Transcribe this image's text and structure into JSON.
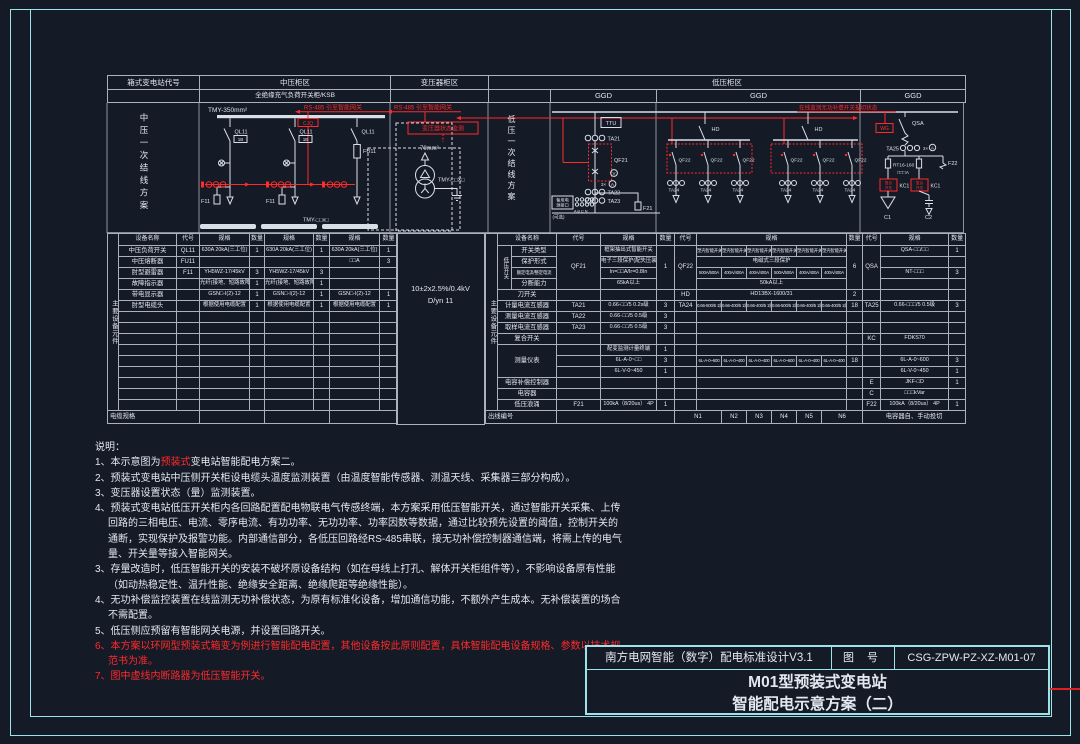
{
  "colors": {
    "bg": "#151a27",
    "frame_cyan": "#9ee3ea",
    "line_white": "#d9dfe7",
    "annotation_red": "#ff2a2a",
    "text": "#e3e8ef"
  },
  "zones": {
    "c1": "箱式变电站代号",
    "c2": "中压柜区",
    "c3": "变压器柜区",
    "c4": "低压柜区",
    "ksb": "全绝缘充气负荷开关柜/KSB",
    "ggd": "GGD"
  },
  "side_labels": {
    "mv_scheme": "中压一次结线方案",
    "lv_scheme": "低压一次结线方案"
  },
  "sch": {
    "tmy350": "TMY-350mm²",
    "rs485_mv": "RS-485 引至智能网关",
    "rs485_tr": "RS-485 引至智能网关",
    "cjq": "CJQ",
    "ql11": "QL11",
    "pos1b": "1B",
    "fu11": "FU11",
    "f11": "F11",
    "tmy_mv": "TMY-□□x□",
    "tr_monitor": "变压器状态监测",
    "mm70": "70mm²",
    "tmy_lv": "TMY-□□X□",
    "ttu": "TTU",
    "ta21": "TA21",
    "ta22": "TA22",
    "ta23": "TA23",
    "ta24": "TA24",
    "ta25": "TA25",
    "qf21": "QF21",
    "qf22": "QF22",
    "v": "V",
    "a": "A",
    "x3": "3×",
    "backup1": "备用电",
    "backup2": "源接口",
    "optional": "(可选)",
    "abcn": "A B C N",
    "f21": "F21",
    "f22": "F22",
    "hd": "HD",
    "online": "在线监测无功补偿开关投切状态",
    "wg": "WG",
    "qsa": "QSA",
    "rt16": "RT16-160",
    "rt16a": "□□□A",
    "kc1": "KC1",
    "kcbox1": "复合",
    "kcbox2": "开关",
    "c1": "C1",
    "c2": "C2"
  },
  "transformer_spec": {
    "line1": "10±2x2.5%/0.4kV",
    "line2": "D/yn 11"
  },
  "mv": {
    "side_label": "主要设备元件",
    "header": [
      "设备名称",
      "代号",
      "规格",
      "数量",
      "规格",
      "数量",
      "规格",
      "数量"
    ],
    "rows": [
      [
        "中压负荷开关",
        "QL11",
        "630A 20kA(三工位)",
        "1",
        "630A 20kA(三工位)",
        "1",
        "630A 20kA(三工位)",
        "1"
      ],
      [
        "中压熔断器",
        "FU11",
        "",
        "",
        "",
        "",
        "□□A",
        "3"
      ],
      [
        "肘型避雷器",
        "F11",
        "YH5WZ-17/45kV",
        "3",
        "YH5WZ-17/45kV",
        "3",
        "",
        ""
      ],
      [
        "故障指示器",
        "",
        "光纤(接地、短路故障)",
        "1",
        "光纤(接地、短路故障)",
        "1",
        "",
        ""
      ],
      [
        "带电显示器",
        "",
        "GSN□-I(2)-12",
        "1",
        "GSN□-I(2)-12",
        "1",
        "GSN□-I(2)-12",
        "1"
      ],
      [
        "肘型电缆头",
        "",
        "根据使用电缆配置",
        "1",
        "根据使用电缆配置",
        "1",
        "根据使用电缆配置",
        "1"
      ]
    ],
    "bottom_label": "电缆规格"
  },
  "lv": {
    "side_label": "主要设备元件",
    "group_label": "低压开关",
    "header": [
      "设备名称",
      "代号",
      "规格",
      "数量",
      "代号",
      "规格",
      "数量",
      "代号",
      "规格",
      "数量"
    ],
    "r1": {
      "name": "开关类型",
      "code1": "QF21",
      "spec1": "框架抽出式智能开关",
      "qty1": "1",
      "code2": "QF22",
      "s2": [
        "塑壳智能开关630",
        "塑壳智能开关400",
        "塑壳智能开关400",
        "塑壳智能开关630",
        "塑壳智能开关400",
        "塑壳智能开关400"
      ],
      "qty2": "6",
      "code3": "QSA",
      "spec3": "QSA-□□/□□",
      "qty3": "1"
    },
    "r2": {
      "name": "保护形式",
      "spec1": "电子三段保护(配失压装置)",
      "s2": "电磁式三段保护"
    },
    "r3": {
      "name": "额定电流/整定电流",
      "spec1": "In=□□A/Ir=0.8In",
      "s2": [
        "500A/500A",
        "400A/400A",
        "400A/400A",
        "500A/500A",
        "400A/400A",
        "400A/400A"
      ],
      "spec3": "NT-□□□",
      "qty3": "3"
    },
    "r4": {
      "name": "分断能力",
      "spec1": "65kA以上",
      "s2": "50kA以上"
    },
    "r5": {
      "name": "刀开关",
      "code2": "HD",
      "s2": "HD13BX-1600/31",
      "qty2": "2"
    },
    "r6": {
      "name": "计量电流互感器",
      "code1": "TA21",
      "spec1": "0.66-□□/5  0.2s级",
      "qty1": "3",
      "code2": "TA24",
      "s2": [
        "0.66-500/5 1级",
        "0.66-400/5 1级",
        "0.66-400/5 1级",
        "0.66-500/5 1级",
        "0.66-400/5 1级",
        "0.66-400/5 1级"
      ],
      "qty2": "18",
      "code3": "TA25",
      "spec3": "0.66-□□□/5  0.5级",
      "qty3": "3"
    },
    "r7": {
      "name": "测量电流互感器",
      "code1": "TA22",
      "spec1": "0.66-□□/5  0.5级",
      "qty1": "3"
    },
    "r8": {
      "name": "取样电流互感器",
      "code1": "TA23",
      "spec1": "0.66-□□/5  0.5级",
      "qty1": "3"
    },
    "r9": {
      "name": "复合开关",
      "code3": "KC",
      "spec3": "FDKS70"
    },
    "r10": {
      "name": "测量仪表",
      "spec1": "配变监测计量终端",
      "qty1": "1"
    },
    "r11": {
      "spec1": "6L-A-0~□□",
      "qty1": "3",
      "s2": [
        "6L-A-0~600",
        "6L-A-0~400",
        "6L-A-0~400",
        "6L-A-0~600",
        "6L-A-0~400",
        "6L-A-0~400"
      ],
      "qty2": "18",
      "spec3": "6L-A-0~600",
      "qty3": "3"
    },
    "r12": {
      "spec1": "6L-V-0~450",
      "qty1": "1",
      "spec3": "6L-V-0~450",
      "qty3": "1"
    },
    "r13": {
      "name": "电容补偿控制器",
      "code3": "E",
      "spec3": "JKF-□D",
      "qty3": "1"
    },
    "r14": {
      "name": "电容器",
      "code3": "C",
      "spec3": "□□□kVar"
    },
    "r15": {
      "name": "低压浪涌",
      "code1": "F21",
      "spec1": "100kA（8/20us） 4P",
      "qty1": "1",
      "code3": "F22",
      "spec3": "100kA（8/20us） 4P",
      "qty3": "1"
    },
    "r16": {
      "name": "出线编号",
      "n": [
        "N1",
        "N2",
        "N3",
        "N4",
        "N5",
        "N6"
      ],
      "right": "电容器自、手动投切"
    }
  },
  "notes": {
    "title": "说明：",
    "n1_pre": "1、本示意图为",
    "n1_red": "预装式",
    "n1_post": "变电站智能配电方案二。",
    "n2": "2、预装式变电站中压侧开关柜设电缆头温度监测装置（由温度智能传感器、测温天线、采集器三部分构成）。",
    "n3": "3、变压器设置状态（量）监测装置。",
    "n4a": "4、预装式变电站低压开关柜内各回路配置配电物联电气传感终端，本方案采用低压智能开关，通过智能开关采集、上传",
    "n4b": "回路的三相电压、电流、零序电流、有功功率、无功功率、功率因数等数据，通过比较预先设置的阈值，控制开关的",
    "n4c": "通断，实现保护及报警功能。内部通信部分，各低压回路经RS-485串联，接无功补偿控制器通信端，将需上传的电气",
    "n4d": "量、开关量等接入智能网关。",
    "n5a": "3、存量改造时，低压智能开关的安装不破坏原设备结构（如在母线上打孔、解体开关柜组件等），不影响设备原有性能",
    "n5b": "（如动热稳定性、温升性能、绝缘安全距离、绝缘爬距等绝缘性能）。",
    "n6a": "4、无功补偿监控装置在线监测无功补偿状态，为原有标准化设备，增加通信功能，不额外产生成本。无补偿装置的场合",
    "n6b": "不需配置。",
    "n7": "5、低压侧应预留有智能网关电源，并设置回路开关。",
    "n8a": "6、本方案以环网型预装式箱变为例进行智能配电配置，其他设备按此原则配置，具体智能配电设备规格、参数以技术规",
    "n8b": "范书为准。",
    "n9": "7、图中虚线内断路器为低压智能开关。"
  },
  "title_block": {
    "project": "南方电网智能（数字）配电标准设计V3.1",
    "fig_label": "图  号",
    "fig_no": "CSG-ZPW-PZ-XZ-M01-07",
    "title_line1": "M01型预装式变电站",
    "title_line2": "智能配电示意方案（二）"
  }
}
